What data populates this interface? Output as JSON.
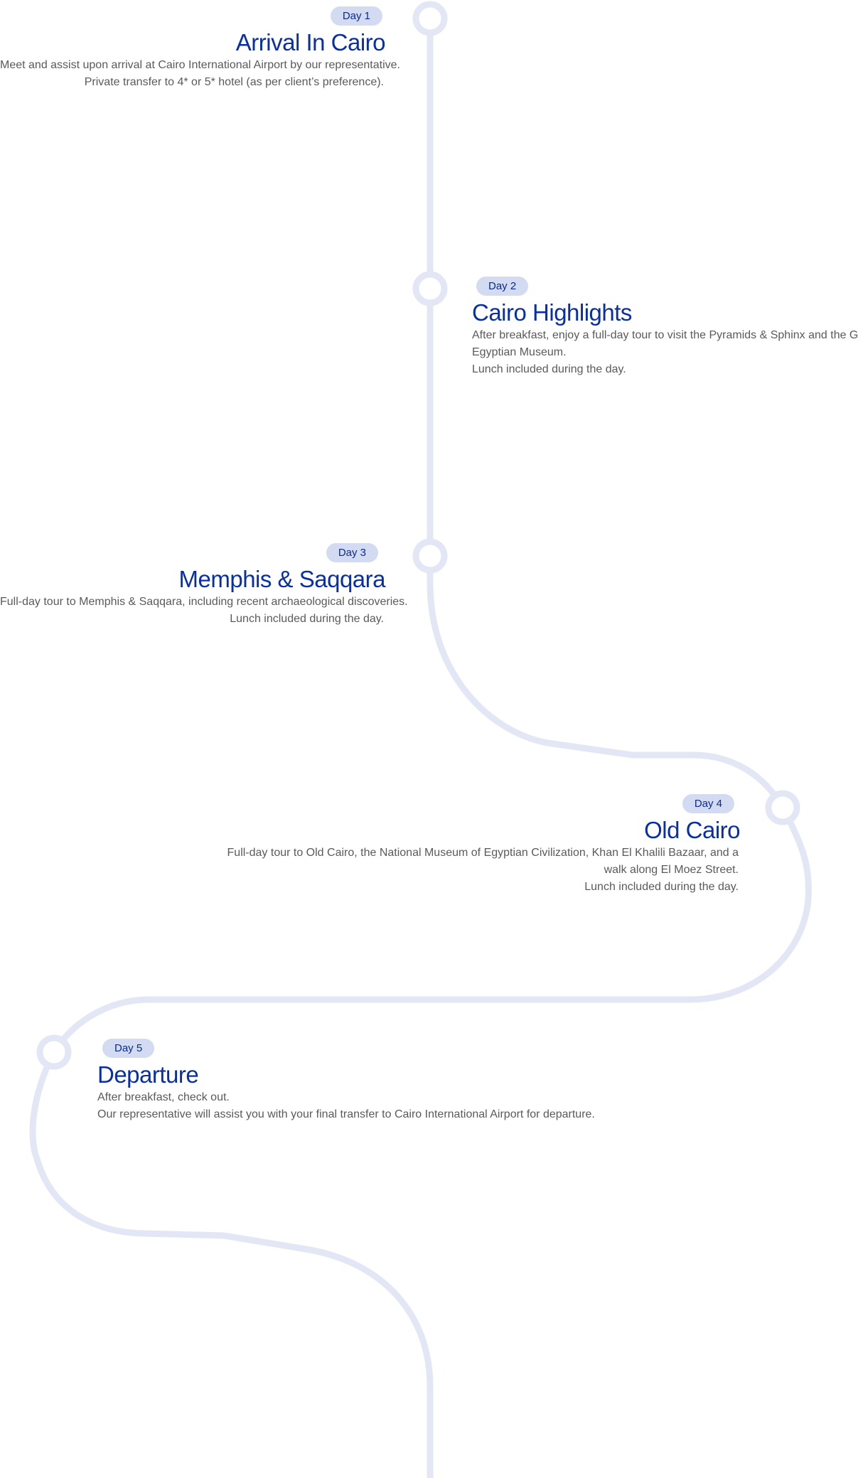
{
  "days": [
    {
      "badge": "Day 1",
      "title": "Arrival In Cairo",
      "lines": [
        "Meet and assist upon arrival at Cairo International Airport by our representative.",
        "Private transfer to 4* or 5* hotel (as per client’s preference)."
      ]
    },
    {
      "badge": "Day 2",
      "title": "Cairo Highlights",
      "lines": [
        "After breakfast, enjoy a full-day tour to visit the Pyramids & Sphinx and the Grand",
        "Egyptian Museum.",
        "Lunch included during the day."
      ]
    },
    {
      "badge": "Day 3",
      "title": "Memphis & Saqqara",
      "lines": [
        "Full-day tour to Memphis & Saqqara, including recent archaeological discoveries.",
        "Lunch included during the day."
      ]
    },
    {
      "badge": "Day 4",
      "title": "Old Cairo",
      "lines": [
        "Full-day tour to Old Cairo, the National Museum of Egyptian Civilization, Khan El Khalili Bazaar, and a",
        "walk along El Moez Street.",
        "Lunch included during the day."
      ]
    },
    {
      "badge": "Day 5",
      "title": "Departure",
      "lines": [
        "After breakfast, check out.",
        "Our representative will assist you with your final transfer to Cairo International Airport for departure."
      ]
    }
  ],
  "colors": {
    "path": "#e3e7f5",
    "accent": "#0a2fa3",
    "badge_bg": "#d2dbf1"
  }
}
